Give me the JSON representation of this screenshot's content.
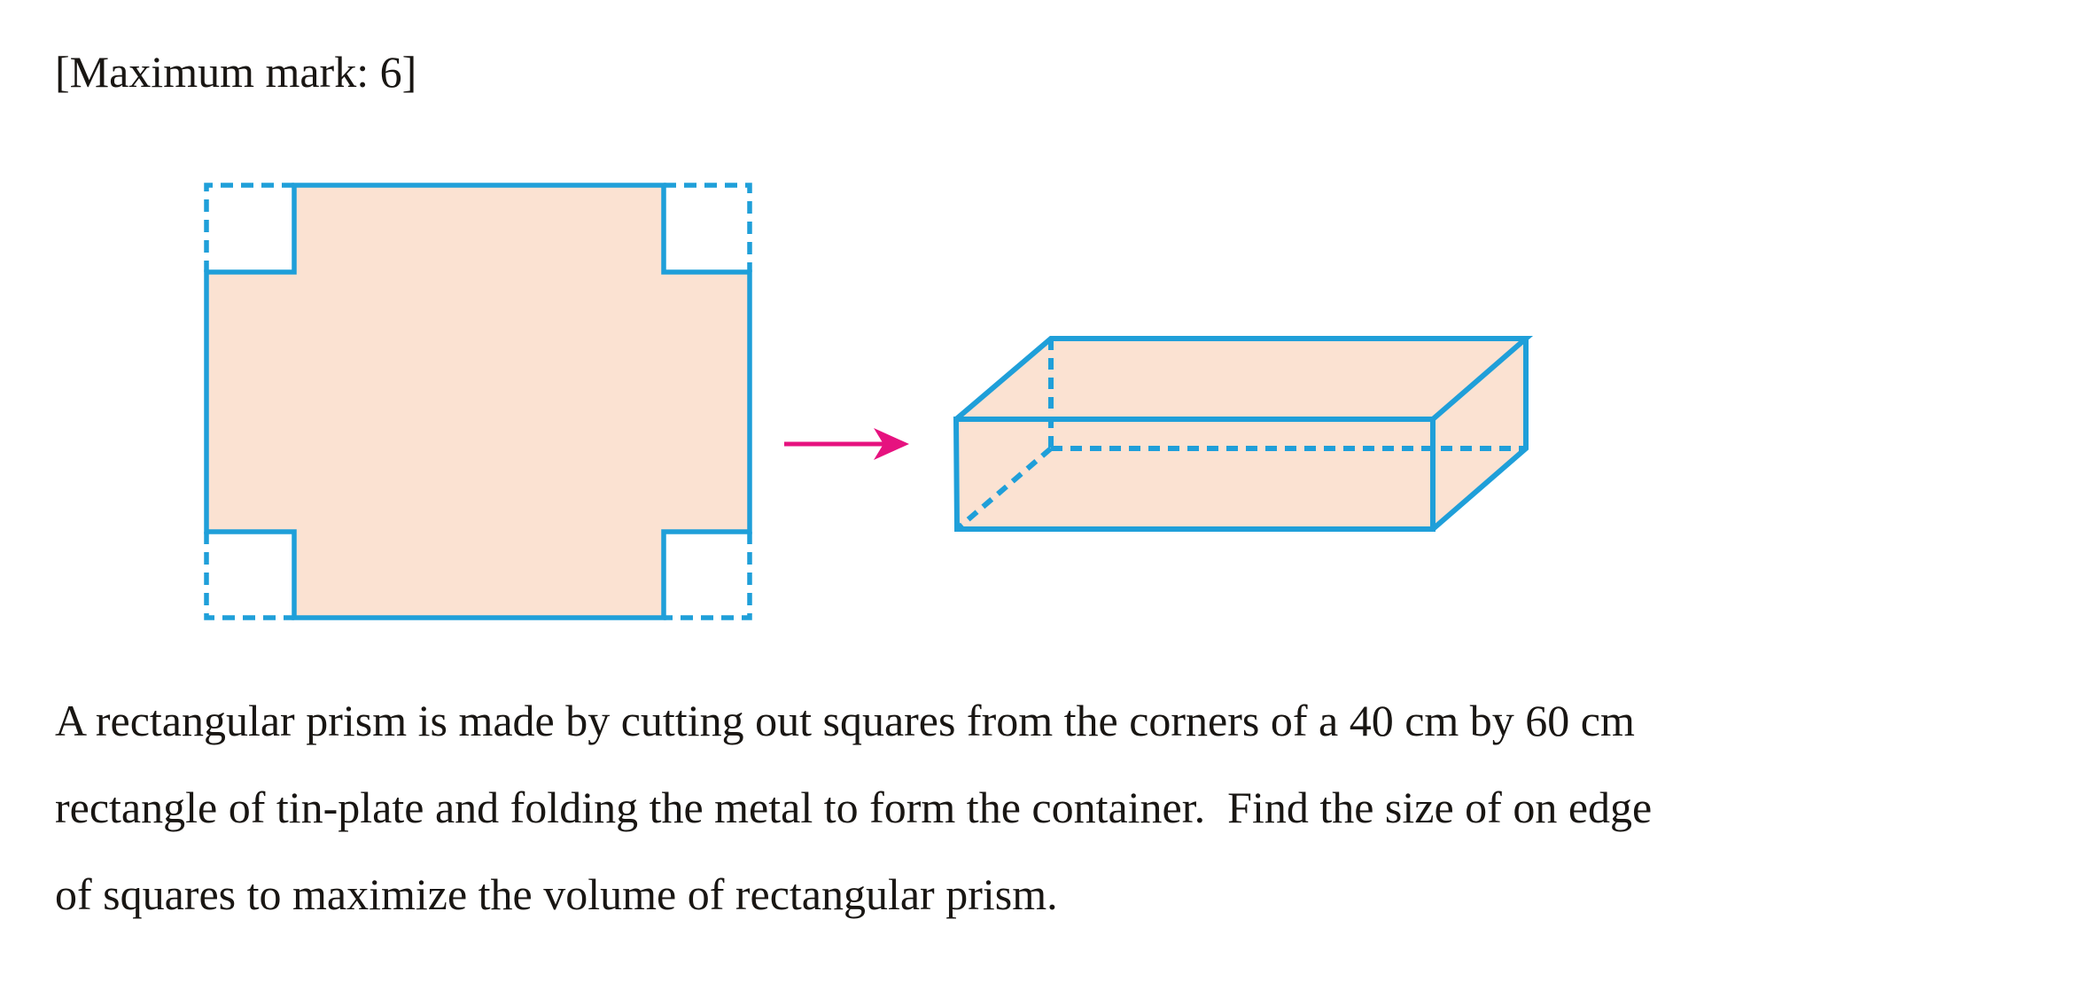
{
  "header": {
    "max_mark": "[Maximum mark: 6]"
  },
  "figure": {
    "description": "Net of tin-plate sheet with dashed corner squares to cut out, pink arrow pointing to the folded rectangular prism (box)",
    "net_name": "tin-plate-net-with-corner-cutouts",
    "prism_name": "folded-rectangular-prism",
    "arrow_name": "fold-transformation-arrow"
  },
  "problem": {
    "lines": [
      "A rectangular prism is made by cutting out squares from the corners of a 40 cm by 60 cm",
      "rectangle of tin-plate and folding the metal to form the container.  Find the size of on edge",
      "of squares to maximize the volume of rectangular prism."
    ]
  },
  "colors": {
    "diagram_blue": "#1f9fd9",
    "sheet_fill": "#fbe2d2",
    "arrow_magenta": "#e6127f",
    "text_black": "#191613",
    "page_bg": "#ffffff"
  }
}
